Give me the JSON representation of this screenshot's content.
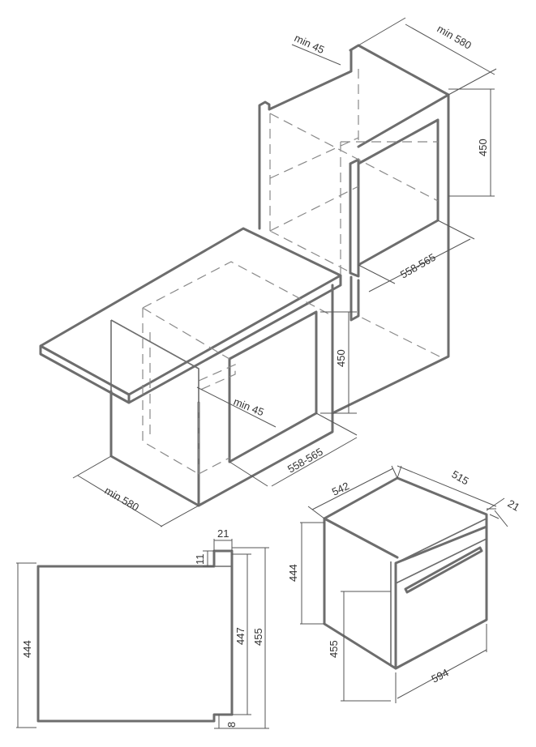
{
  "install_top": {
    "min_depth_top": "min 580",
    "min_gap_top": "min 45",
    "height_top": "450",
    "width_top": "558-565"
  },
  "install_bottom": {
    "height_bottom": "450",
    "min_gap_bottom": "min 45",
    "width_bottom": "558-565",
    "min_depth_bottom": "min 580"
  },
  "side_view": {
    "front_height": "444",
    "lip_width": "21",
    "lip_height": "11",
    "inner_height": "447",
    "total_height": "455",
    "base_offset": "8"
  },
  "oven_view": {
    "depth_body": "542",
    "depth_front": "515",
    "door_thickness": "21",
    "body_height": "444",
    "door_height": "455",
    "width": "594"
  }
}
